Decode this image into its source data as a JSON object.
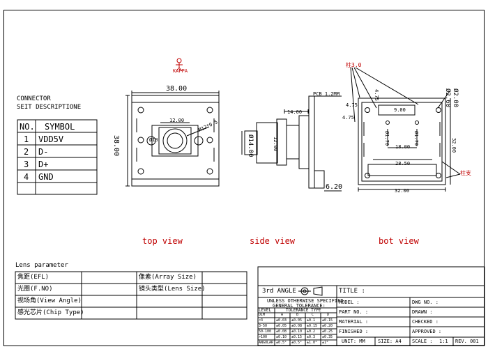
{
  "connector": {
    "title": "CONNECTOR",
    "subtitle": "SEIT DESCRIPTIONE",
    "head": [
      "NO.",
      "SYMBOL"
    ],
    "rows": [
      [
        "1",
        "VDD5V"
      ],
      [
        "2",
        "D-"
      ],
      [
        "3",
        "D+"
      ],
      [
        "4",
        "GND"
      ],
      [
        "",
        ""
      ]
    ]
  },
  "views": {
    "top": {
      "width": "38.00",
      "height": "38.00",
      "inner": "12.00",
      "hole": "M12*0.5",
      "ring": "Ø10"
    },
    "side": {
      "pcb": "PCB 1.2MM",
      "length": "14.00",
      "lens_dia": "Ø14.00",
      "body": "12.00",
      "tab": "6.20"
    },
    "bot": {
      "hole": "Ø2.00",
      "hole_space": "Ø2.60",
      "width1": "9.00",
      "d1": "Ø1.70",
      "d2": "Ø1.70",
      "spacing": "18.00",
      "width2": "28.50",
      "width3": "32.00",
      "height": "32.00",
      "v1": "4.75",
      "v2": "4.75",
      "v3": "4.75",
      "note_top": "柱3.0",
      "note_right": "柱支"
    },
    "captions": [
      "top view",
      "side view",
      "bot view"
    ]
  },
  "logo_text": "KAPPA",
  "lens": {
    "title": "Lens parameter",
    "rows": [
      [
        "焦距(EFL)",
        "",
        "像素(Array Size)",
        ""
      ],
      [
        "光圈(F.NO)",
        "",
        "镜头类型(Lens Size)",
        ""
      ],
      [
        "视场角(View Angle)",
        "",
        "",
        ""
      ],
      [
        "感光芯片(Chip Type)",
        "",
        "",
        ""
      ]
    ]
  },
  "title_block": {
    "angle": "3rd ANGLE",
    "title": "TITLE :",
    "unless1": "UNLESS OTHERWISE SPECIFIED",
    "unless2": "GENERAL TOLERANCE:",
    "tol_head": [
      "LEVEL",
      "TOLERANCE TYPE"
    ],
    "tol_cols": [
      "DIM",
      "A",
      "B",
      "C",
      "D"
    ],
    "tol_rows": [
      [
        "<3",
        "±0.03",
        "±0.05",
        "±0.1",
        "±0.15"
      ],
      [
        "3-50",
        "±0.05",
        "±0.08",
        "±0.15",
        "±0.20"
      ],
      [
        "50-100",
        "±0.08",
        "±0.10",
        "±0.2",
        "±0.25"
      ],
      [
        ">100",
        "±0.10",
        "±0.15",
        "±0.3",
        "±0.35"
      ],
      [
        "ANGULAR",
        "±0.5°",
        "±0.5°",
        "±1.0°",
        "±1°"
      ]
    ],
    "model": "MODEL :",
    "dwg": "DWG NO. :",
    "part": "PART NO. :",
    "drawn": "DRAWN :",
    "material": "MATERIAL :",
    "checked": "CHECKED :",
    "finished": "FINISHED :",
    "approved": "APPROVED :",
    "unit": "UNIT: MM",
    "size": "SIZE: A4",
    "scale_label": "SCALE :",
    "scale": "1:1",
    "rev": "REV. 001"
  }
}
